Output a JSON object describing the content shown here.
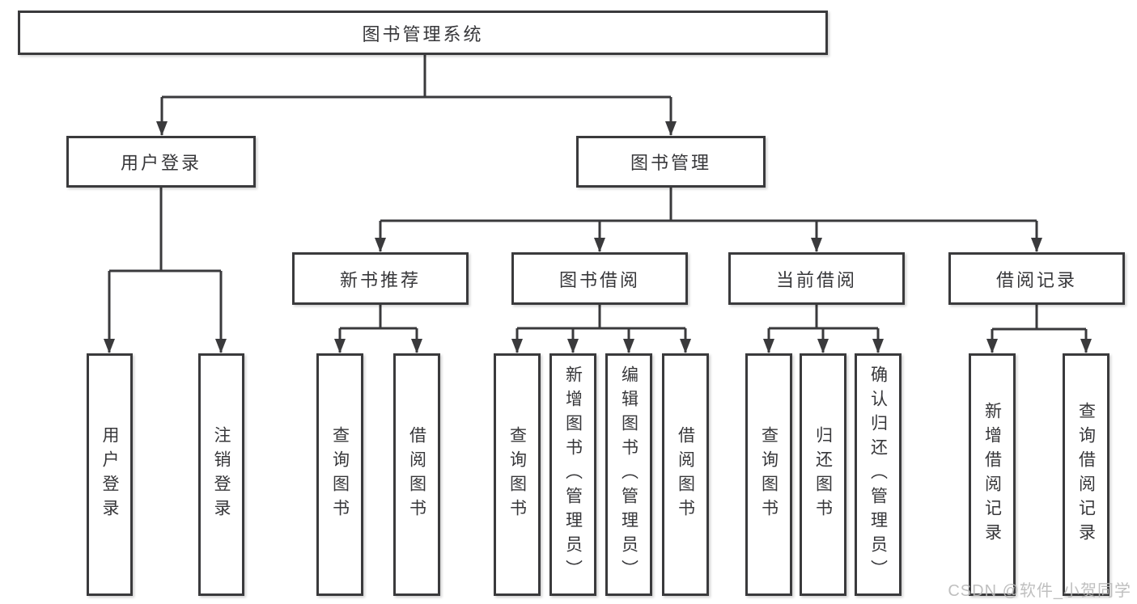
{
  "nodes": {
    "root": "图书管理系统",
    "level2": [
      "用户登录",
      "图书管理"
    ],
    "level3": [
      "新书推荐",
      "图书借阅",
      "当前借阅",
      "借阅记录"
    ],
    "leaves": {
      "user_login": [
        "用户登录",
        "注销登录"
      ],
      "new_book_recommend": [
        "查询图书",
        "借阅图书"
      ],
      "book_borrow": [
        "查询图书",
        "新增图书（管理员）",
        "编辑图书（管理员）",
        "借阅图书"
      ],
      "current_borrow": [
        "查询图书",
        "归还图书",
        "确认归还（管理员）"
      ],
      "borrow_records": [
        "新增借阅记录",
        "查询借阅记录"
      ]
    }
  },
  "watermark": "CSDN @软件_小贺同学",
  "colors": {
    "line": "#3a3a3c",
    "border": "#3a3a3c",
    "text": "#37373a",
    "background": "#ffffff",
    "watermark": "#b9b9b9"
  }
}
